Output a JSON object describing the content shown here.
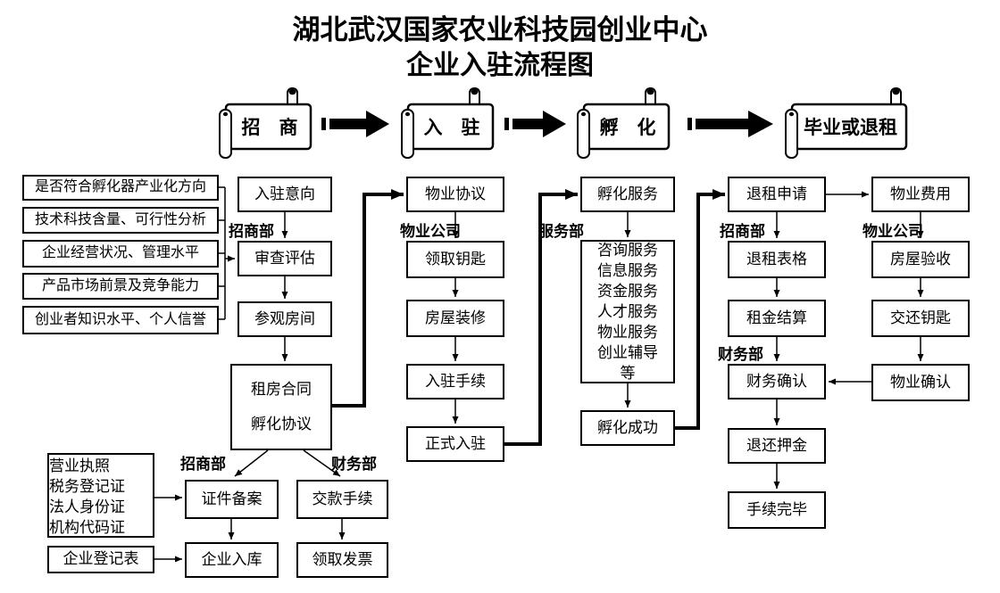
{
  "title": {
    "line1": "湖北武汉国家农业科技园创业中心",
    "line2": "企业入驻流程图"
  },
  "stages": {
    "zhaoshang": "招　商",
    "ruzhu": "入　驻",
    "fuhua": "孵　化",
    "biye": "毕业或退租"
  },
  "criteria": [
    "是否符合孵化器产业化方向",
    "技术科技含量、可行性分析",
    "企业经营状况、管理水平",
    "产品市场前景及竞争能力",
    "创业者知识水平、个人信誉"
  ],
  "flow": {
    "intent": "入驻意向",
    "review": "审查评估",
    "visit": "参观房间",
    "contract_line1": "租房合同",
    "contract_line2": "孵化协议",
    "docs": [
      "营业执照",
      "税务登记证",
      "法人身份证",
      "机构代码证"
    ],
    "registration_form": "企业登记表",
    "filing": "证件备案",
    "db_entry": "企业入库",
    "payment": "交款手续",
    "invoice": "领取发票",
    "property_agreement": "物业协议",
    "get_keys": "领取钥匙",
    "renovation": "房屋装修",
    "checkin_procedure": "入驻手续",
    "official_checkin": "正式入驻",
    "incubation_service": "孵化服务",
    "services": [
      "咨询服务",
      "信息服务",
      "资金服务",
      "人才服务",
      "物业服务",
      "创业辅导",
      "等"
    ],
    "incubation_success": "孵化成功",
    "termination_request": "退租申请",
    "termination_form": "退租表格",
    "rent_settlement": "租金结算",
    "finance_confirm": "财务确认",
    "deposit_refund": "退还押金",
    "procedure_complete": "手续完毕",
    "property_fee": "物业费用",
    "house_inspection": "房屋验收",
    "return_keys": "交还钥匙",
    "property_confirm": "物业确认"
  },
  "departments": {
    "zhaoshang_b": "招商部",
    "wuye_c": "物业公司",
    "fuwu_d": "服务部",
    "zhaoshang_e": "招商部",
    "wuye_f": "物业公司",
    "caiwu_e": "财务部",
    "zhaoshang_bottom": "招商部",
    "caiwu_bottom": "财务部"
  },
  "colors": {
    "line": "#000000",
    "background": "#ffffff"
  }
}
